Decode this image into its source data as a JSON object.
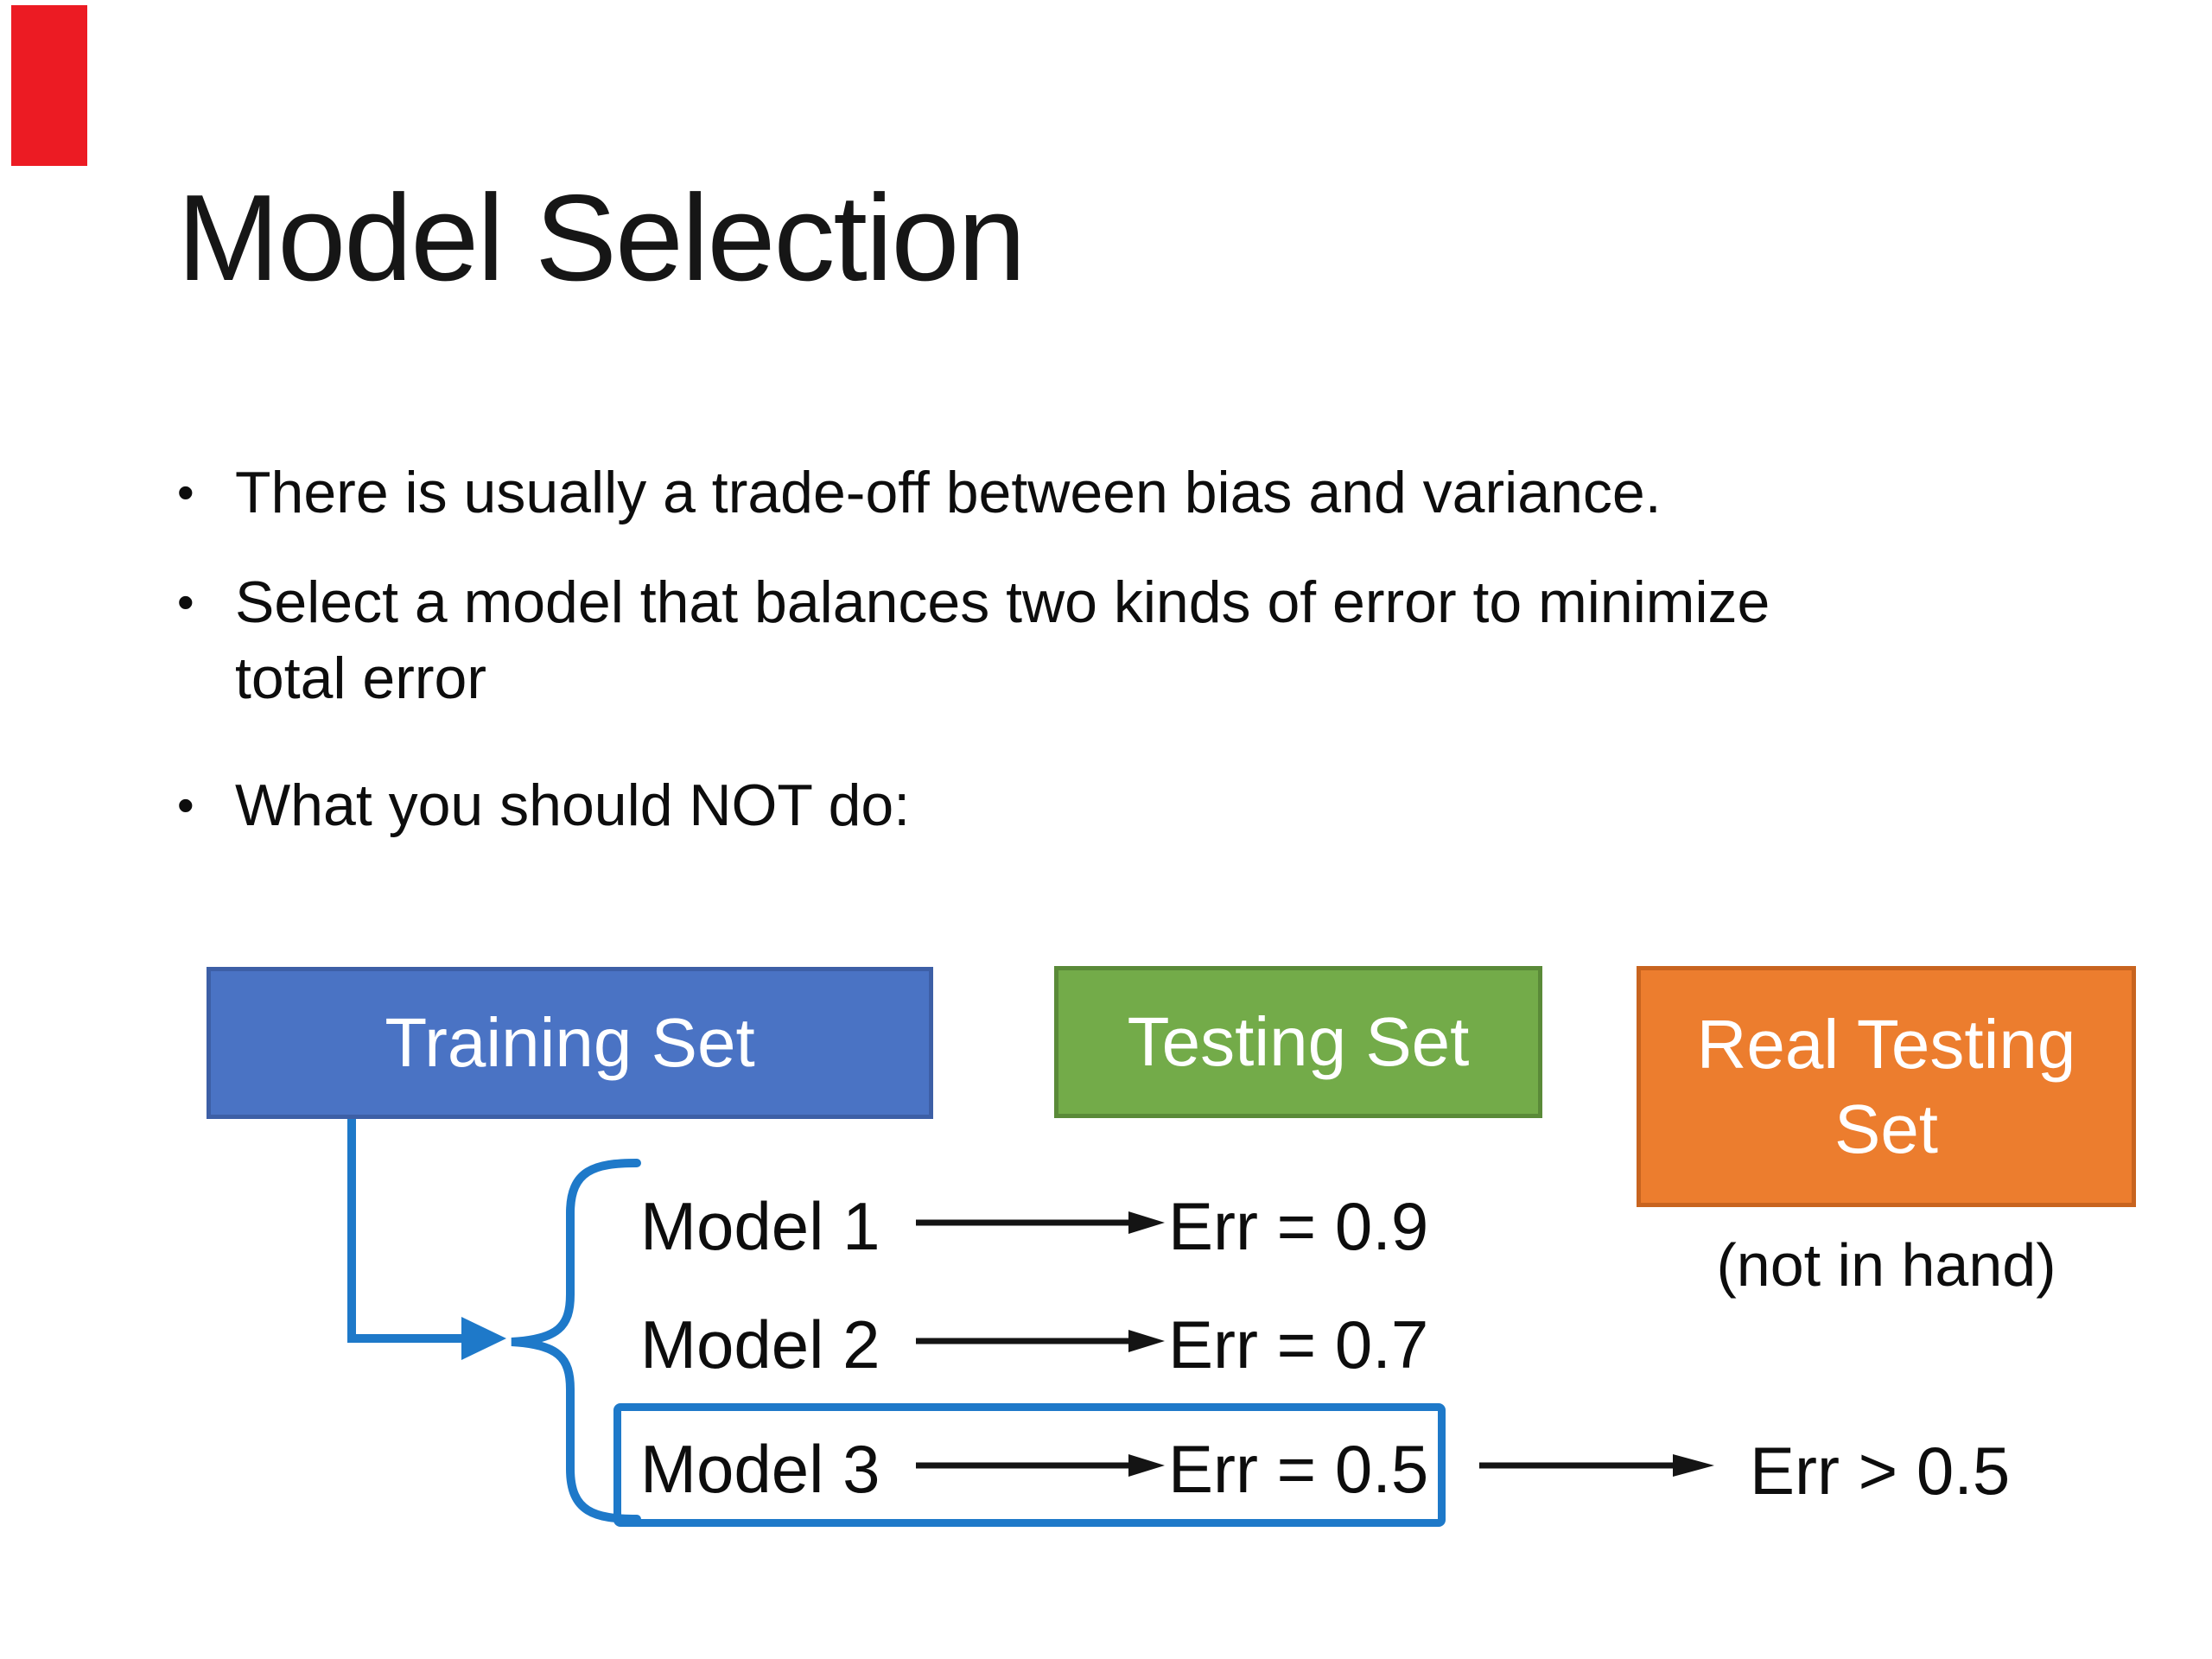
{
  "slide": {
    "title": "Model Selection",
    "bullets": [
      {
        "lines": [
          "There is usually a trade-off between bias and variance."
        ]
      },
      {
        "lines": [
          "Select a model that balances two kinds of error to minimize",
          "total error"
        ]
      },
      {
        "lines": [
          "What you should NOT do:"
        ]
      }
    ],
    "bullet_glyph": "•"
  },
  "diagram": {
    "training_box_label": "Training Set",
    "testing_box_label": "Testing Set",
    "real_testing_box_label": "Real Testing Set",
    "real_testing_note": "(not in hand)",
    "models": [
      {
        "name": "Model 1",
        "result": "Err = 0.9",
        "highlighted": false
      },
      {
        "name": "Model 2",
        "result": "Err = 0.7",
        "highlighted": false
      },
      {
        "name": "Model 3",
        "result": "Err = 0.5",
        "highlighted": true
      }
    ],
    "real_error_label": "Err > 0.5"
  },
  "colors": {
    "red_marker": "#ec1b23",
    "training_fill": "#4a73c4",
    "training_border": "#3d5fa6",
    "testing_fill": "#73ab49",
    "testing_border": "#5a8a38",
    "real_fill": "#ec7d2e",
    "real_border": "#c8641f",
    "connector_blue": "#1e79c9",
    "arrow_black": "#141414"
  }
}
